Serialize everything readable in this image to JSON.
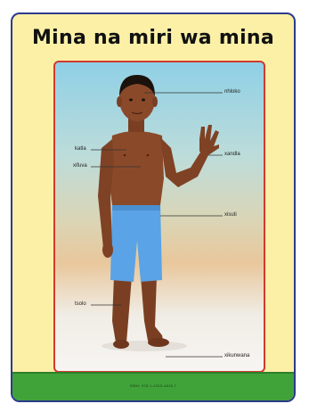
{
  "poster": {
    "title": "Mina na miri wa mina",
    "isbn": "ISBN: 978-1-4315-4815-7"
  },
  "labels": {
    "nhloko": "nhloko",
    "katla": "katla",
    "xifuva": "xifuva",
    "xandla": "xandla",
    "xisuti": "xisuti",
    "tsolo": "tsolo",
    "xikunwana": "xikunwana"
  },
  "colors": {
    "border": "#2d3a8c",
    "frame": "#d13a2e",
    "poster_bg": "#fbf0a6",
    "band": "#3fa33a",
    "shorts": "#5aa3e6",
    "skin": "#8a4a2a"
  }
}
